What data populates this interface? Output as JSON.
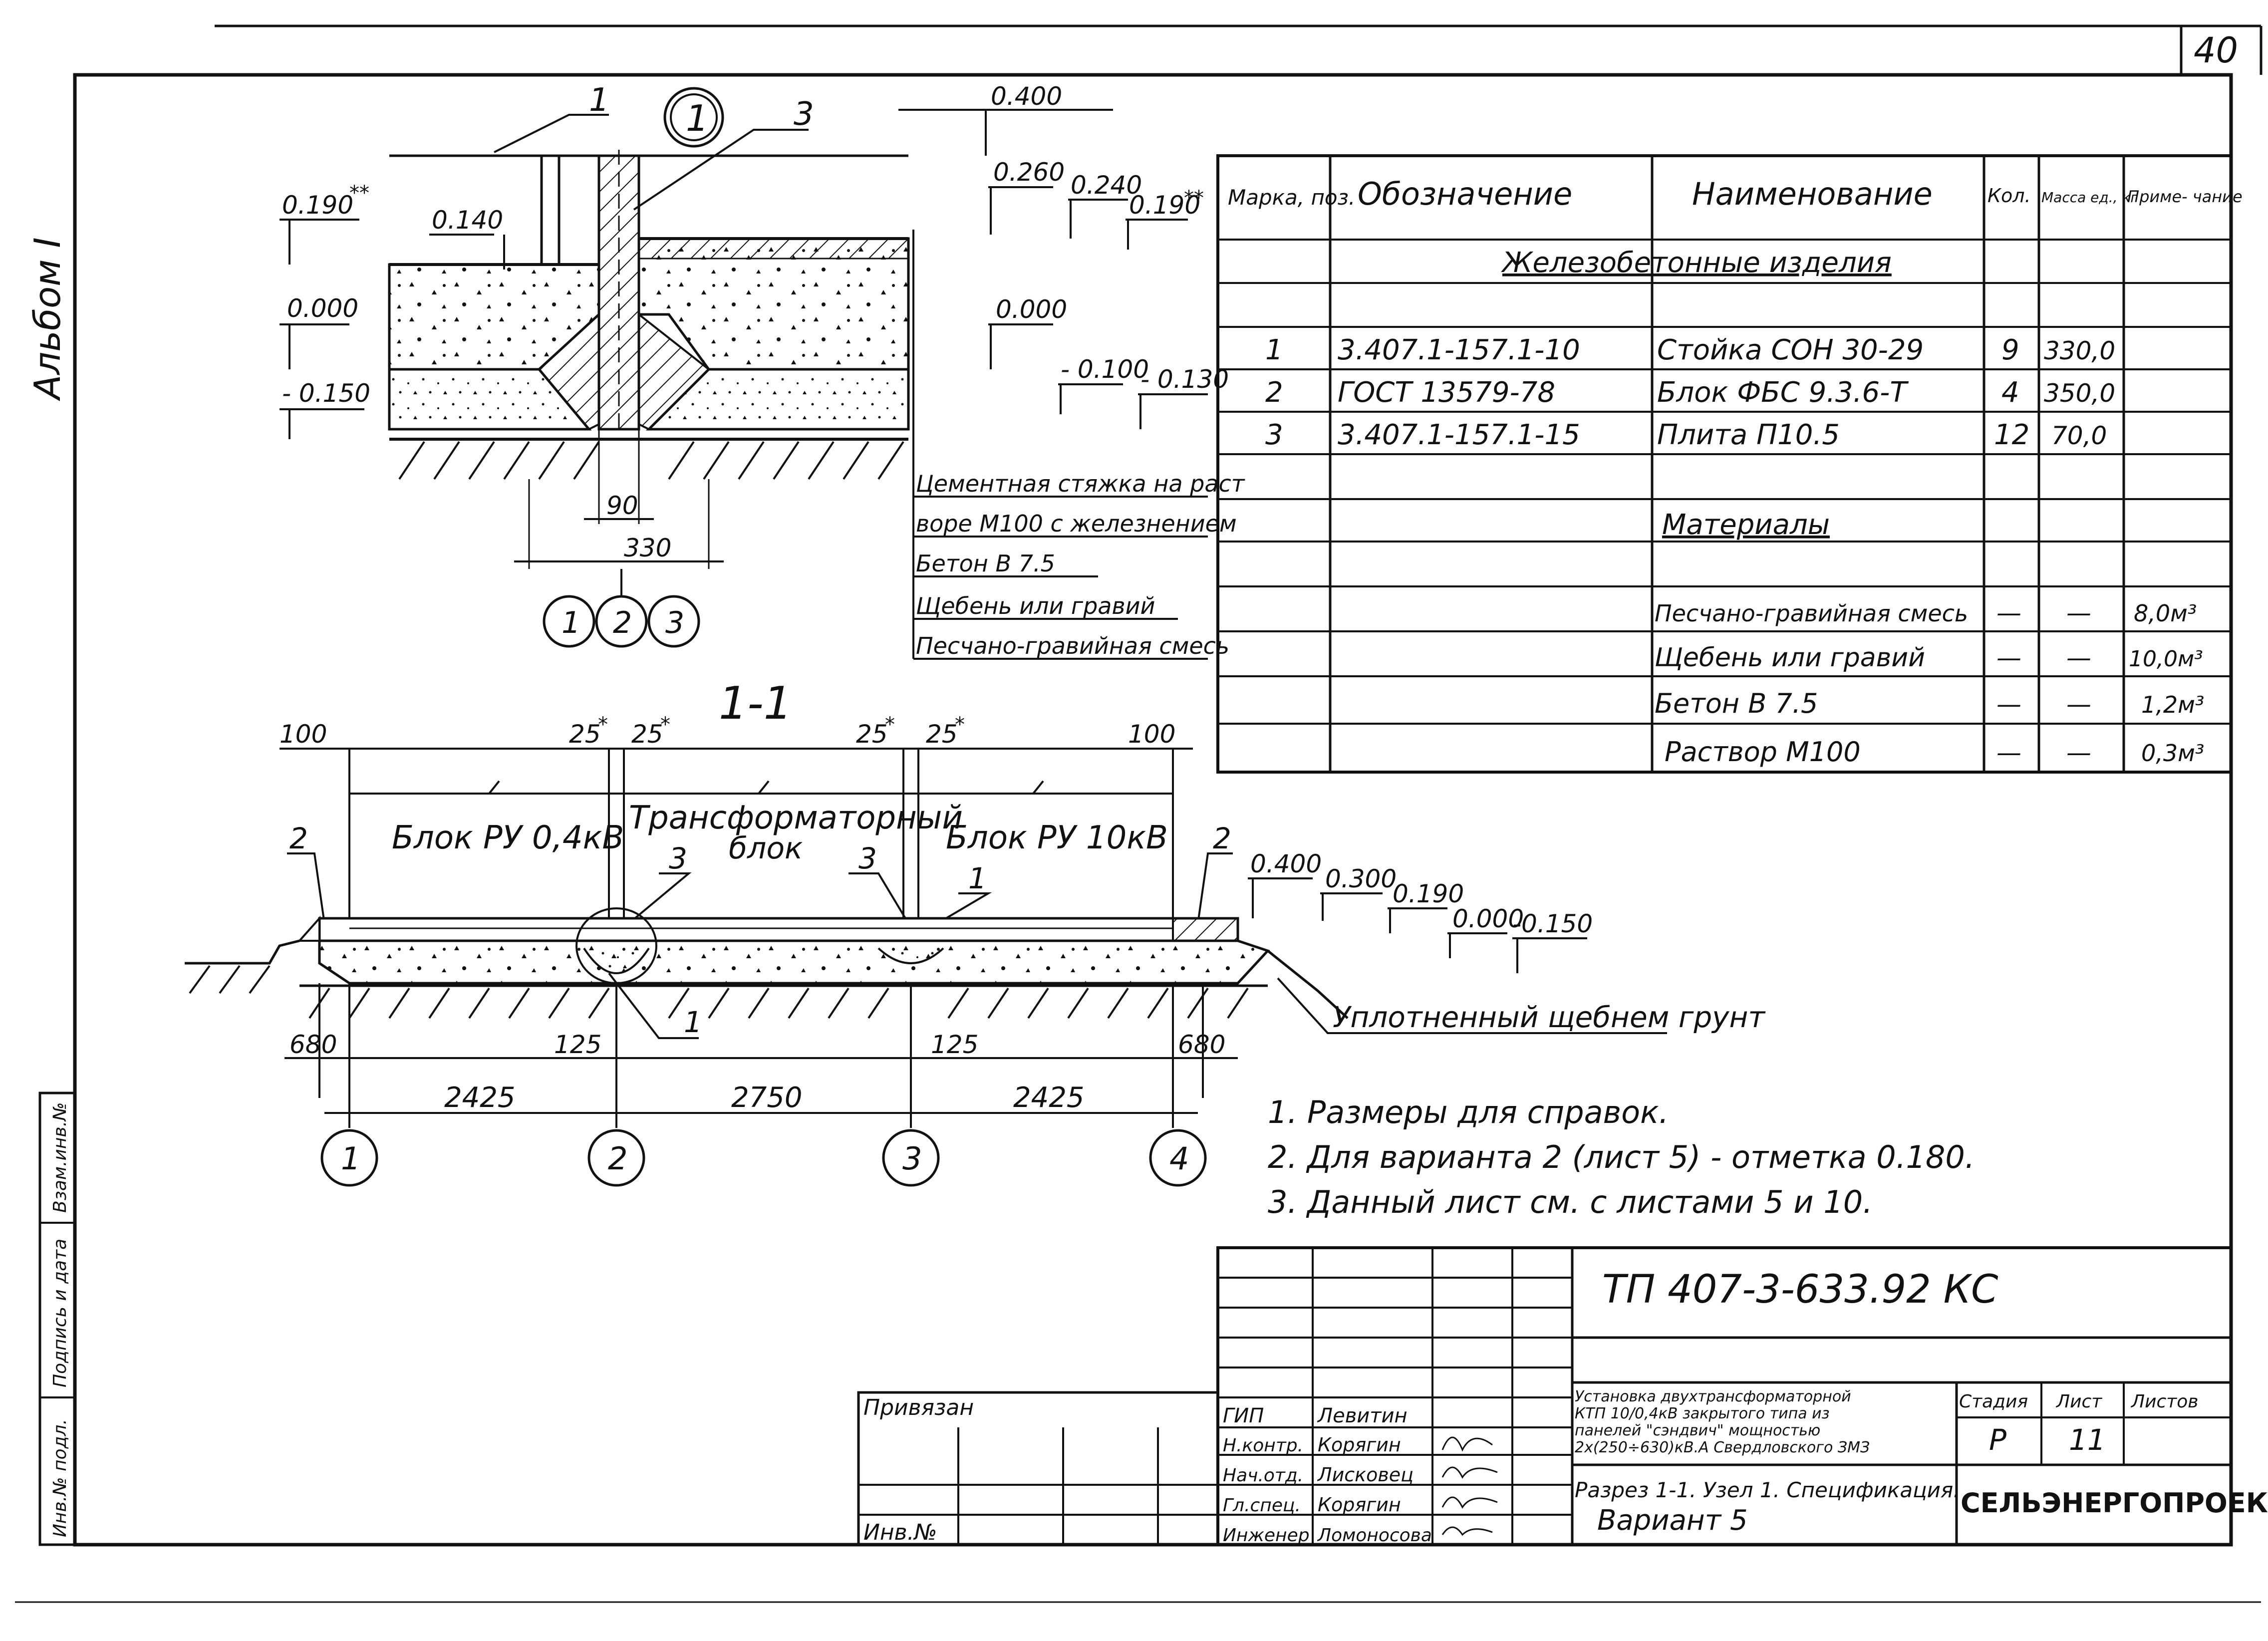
{
  "sheet": {
    "page_number": "40",
    "album_label": "Альбом I",
    "side_stamp": {
      "inv_podl": "Инв.№ подл.",
      "sign_date": "Подпись и дата",
      "vzam_inv": "Взам.инв.№"
    }
  },
  "node": {
    "callout_number": "1",
    "marker_3": "3",
    "marker_1": "1",
    "elevations": {
      "e0400": "0.400",
      "e0260": "0.260",
      "e0240": "0.240",
      "e0190_right": "0.190",
      "e0190_left": "0.190",
      "star2": "**",
      "e0140": "0.140",
      "e0000_left": "0.000",
      "e0000_right": "0.000",
      "e0150_left": "- 0.150",
      "e0100": "- 0.100",
      "e0130": "- 0.130"
    },
    "dim_90": "90",
    "dim_330": "330",
    "layers": [
      "Цементная стяжка на раст",
      "воре М100 с железнением",
      "Бетон  В 7.5",
      "Щебень или гравий",
      "Песчано-гравийная смесь"
    ],
    "layer_markers": [
      "1",
      "2",
      "3"
    ]
  },
  "section": {
    "title": "1-1",
    "star1": "*",
    "dims_top": {
      "left_100": "100",
      "right_100": "100",
      "pair_left_a": "25",
      "pair_left_b": "25",
      "pair_right_a": "25",
      "pair_right_b": "25"
    },
    "blocks": {
      "left": "Блок РУ 0,4кВ",
      "middle_line1": "Трансформаторный",
      "middle_line2": "блок",
      "right": "Блок РУ 10кВ"
    },
    "markers": {
      "left_2": "2",
      "right_2": "2",
      "mid_3_left": "3",
      "mid_3_right": "3",
      "pos_1_top": "1",
      "pos_1_bottom": "1"
    },
    "elevations": {
      "e0400": "0.400",
      "e0300": "0.300",
      "e0190": "0.190",
      "e0000": "0.000",
      "e0150": "-0.150"
    },
    "ground_note": "Уплотненный щебнем грунт",
    "dims_bottom": {
      "d680_left": "680",
      "d125_left": "125",
      "d125_right": "125",
      "d680_right": "680"
    },
    "spans": [
      "2425",
      "2750",
      "2425"
    ],
    "axes": [
      "1",
      "2",
      "3",
      "4"
    ]
  },
  "notes": [
    "1. Размеры для справок.",
    "2. Для варианта 2 (лист 5) - отметка 0.180.",
    "3. Данный лист см. с листами 5 и 10."
  ],
  "spec_table": {
    "headers": {
      "mark": "Марка, поз.",
      "designation": "Обозначение",
      "name": "Наименование",
      "qty": "Кол.",
      "mass": "Масса ед., кг",
      "note": "Приме- чание"
    },
    "section_rc": "Железобетонные изделия",
    "section_mat": "Материалы",
    "rows": [
      {
        "mark": "1",
        "designation": "3.407.1-157.1-10",
        "name": "Стойка СОН 30-29",
        "qty": "9",
        "mass": "330,0",
        "note": ""
      },
      {
        "mark": "2",
        "designation": "ГОСТ 13579-78",
        "name": "Блок ФБС 9.3.6-Т",
        "qty": "4",
        "mass": "350,0",
        "note": ""
      },
      {
        "mark": "3",
        "designation": "3.407.1-157.1-15",
        "name": "Плита П10.5",
        "qty": "12",
        "mass": "70,0",
        "note": ""
      }
    ],
    "materials": [
      {
        "name": "Песчано-гравийная смесь",
        "qty": "—",
        "mass": "—",
        "note": "8,0м³"
      },
      {
        "name": "Щебень или гравий",
        "qty": "—",
        "mass": "—",
        "note": "10,0м³"
      },
      {
        "name": "Бетон  В 7.5",
        "qty": "—",
        "mass": "—",
        "note": "1,2м³"
      },
      {
        "name": "Раствор  М100",
        "qty": "—",
        "mass": "—",
        "note": "0,3м³"
      }
    ]
  },
  "title_block": {
    "privyazan": "Привязан",
    "inv_no": "Инв.№",
    "doc_code": "ТП  407-3-633.92  КС",
    "roles": [
      "ГИП",
      "Н.контр.",
      "Нач.отд.",
      "Гл.спец.",
      "Инженер"
    ],
    "names": [
      "Левитин",
      "Корягин",
      "Лисковец",
      "Корягин",
      "Ломоносова"
    ],
    "description": [
      "Установка двухтрансформаторной",
      "КТП 10/0,4кВ закрытого типа из",
      "панелей \"сэндвич\" мощностью",
      "2х(250÷630)кВ.А Свердловского ЗМЗ"
    ],
    "sheet_title_line1": "Разрез 1-1. Узел 1. Спецификация.",
    "sheet_title_line2": "Вариант 5",
    "stage_label": "Стадия",
    "sheet_label": "Лист",
    "sheets_label": "Листов",
    "stage": "Р",
    "sheet": "11",
    "sheets": "",
    "organization": "СЕЛЬЭНЕРГОПРОЕКТ"
  }
}
